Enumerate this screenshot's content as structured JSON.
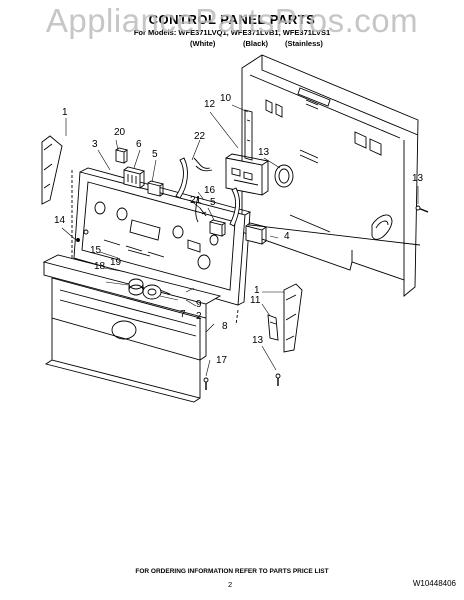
{
  "watermark": "AppliancePartsPros.com",
  "header": {
    "title": "CONTROL PANEL PARTS",
    "models": "For Models: WFE371LVQ1, WFE371LVB1, WFE371LVS1",
    "colors": [
      "(White)",
      "(Black)",
      "(Stainless)"
    ]
  },
  "callouts": [
    "1",
    "2",
    "3",
    "4",
    "5",
    "6",
    "7",
    "8",
    "9",
    "10",
    "11",
    "12",
    "13",
    "14",
    "15",
    "16",
    "17",
    "18",
    "19",
    "20",
    "21",
    "22"
  ],
  "footer": {
    "ordering": "FOR ORDERING INFORMATION REFER TO PARTS PRICE LIST",
    "page": "2",
    "doc_number": "W10448406"
  }
}
